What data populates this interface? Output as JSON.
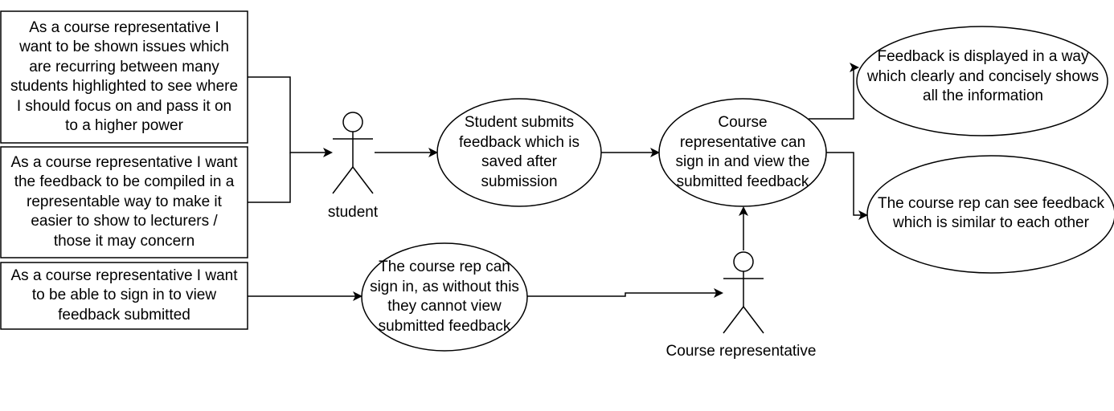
{
  "story_boxes": [
    {
      "text": "As a course representative I\nwant to be shown issues which\nare recurring between many\nstudents highlighted to see where\nI should focus on and pass it on\nto a higher power"
    },
    {
      "text": "As a course representative I want\nthe feedback to be compiled in a\nrepresentable way to make it\neasier to show to lecturers /\nthose it may concern"
    },
    {
      "text": "As a course representative I want\nto be able to sign in to view\nfeedback submitted"
    }
  ],
  "actors": {
    "student": {
      "label": "student"
    },
    "course_rep": {
      "label": "Course representative"
    }
  },
  "use_cases": {
    "submit": {
      "text": "Student submits\nfeedback which is\nsaved after\nsubmission"
    },
    "view": {
      "text": "Course\nrepresentative can\nsign in and view the\nsubmitted feedback"
    },
    "displayed": {
      "text": "Feedback is displayed in a way\nwhich clearly and concisely shows\nall the information"
    },
    "similar": {
      "text": "The course rep can see feedback\nwhich is similar to each other"
    },
    "signin": {
      "text": "The course rep can\nsign in, as without this\nthey cannot view\nsubmitted feedback"
    }
  }
}
